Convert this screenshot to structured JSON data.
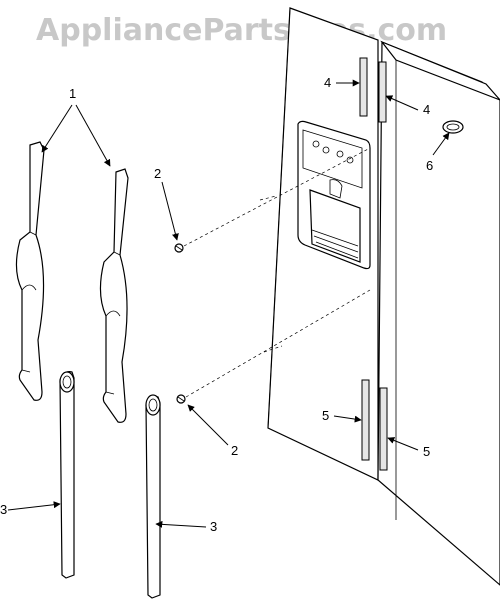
{
  "watermark": "AppliancePartsPros.com",
  "callouts": {
    "handle": "1",
    "screw_upper": "2",
    "screw_lower": "2",
    "trim_left": "3",
    "trim_right": "3",
    "trim_strip_left_upper": "4",
    "trim_strip_right_upper": "4",
    "trim_strip_left_lower": "5",
    "trim_strip_right_lower": "5",
    "badge": "6"
  },
  "colors": {
    "line": "#000000",
    "watermark": "#c8c8c8",
    "background": "#ffffff"
  }
}
